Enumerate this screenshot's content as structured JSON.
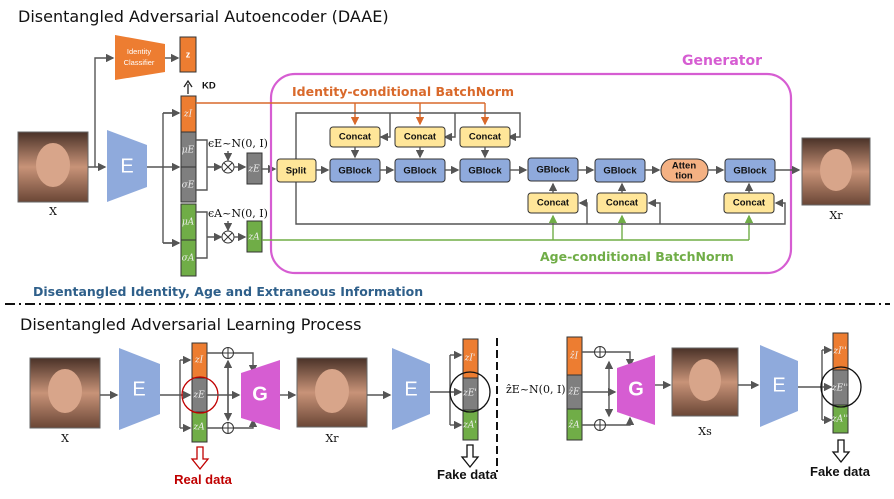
{
  "top": {
    "title": "Disentangled Adversarial Autoencoder (DAAE)",
    "identity_classifier": "Identity Classifier",
    "identity_classifier_line1": "Identity",
    "identity_classifier_line2": "Classifier",
    "z_label": "z",
    "kd_label": "KD",
    "input_label": "X",
    "encoder_label": "E",
    "vector": {
      "z_i": "zI",
      "mu_e": "μE",
      "sigma_e": "σE",
      "mu_a": "μA",
      "sigma_a": "σA"
    },
    "eps_e": "ϵE~N(0, I)",
    "eps_a": "ϵA~N(0, I)",
    "z_e": "zE",
    "z_a": "zA",
    "generator_title": "Generator",
    "identity_bn": "Identity-conditional BatchNorm",
    "age_bn": "Age-conditional BatchNorm",
    "split": "Split",
    "concat": "Concat",
    "gblock": "GBlock",
    "attention_line1": "Atten",
    "attention_line2": "tion",
    "output_label": "Xr",
    "caption": "Disentangled Identity, Age and Extraneous Information"
  },
  "bottom": {
    "title": "Disentangled Adversarial Learning Process",
    "input_label": "X",
    "encoder_label": "E",
    "generator_label": "G",
    "recon_label": "Xr",
    "synth_label": "Xs",
    "z_i": "zI",
    "z_e": "zE",
    "z_a": "zA",
    "z_i_p": "zI'",
    "z_e_p": "zE'",
    "z_a_p": "zA'",
    "z_i_hat": "ẑI",
    "z_e_hat": "ẑE",
    "z_a_hat": "ẑA",
    "z_i_pp": "zI''",
    "z_e_pp": "zE''",
    "z_a_pp": "zA''",
    "z_e_prior": "ẑE~N(0, I)",
    "real_data": "Real data",
    "fake_data_1": "Fake data",
    "fake_data_2": "Fake data"
  },
  "colors": {
    "identity": "#ED7D31",
    "extraneous": "#7F7F7F",
    "age": "#70AD47",
    "encoder": "#8FAADC",
    "generator": "#D65DD2",
    "concat": "#FFE699",
    "gblock": "#8FAADC",
    "attention": "#F4B183",
    "real": "#C00000",
    "caption": "#2E5F8A"
  }
}
